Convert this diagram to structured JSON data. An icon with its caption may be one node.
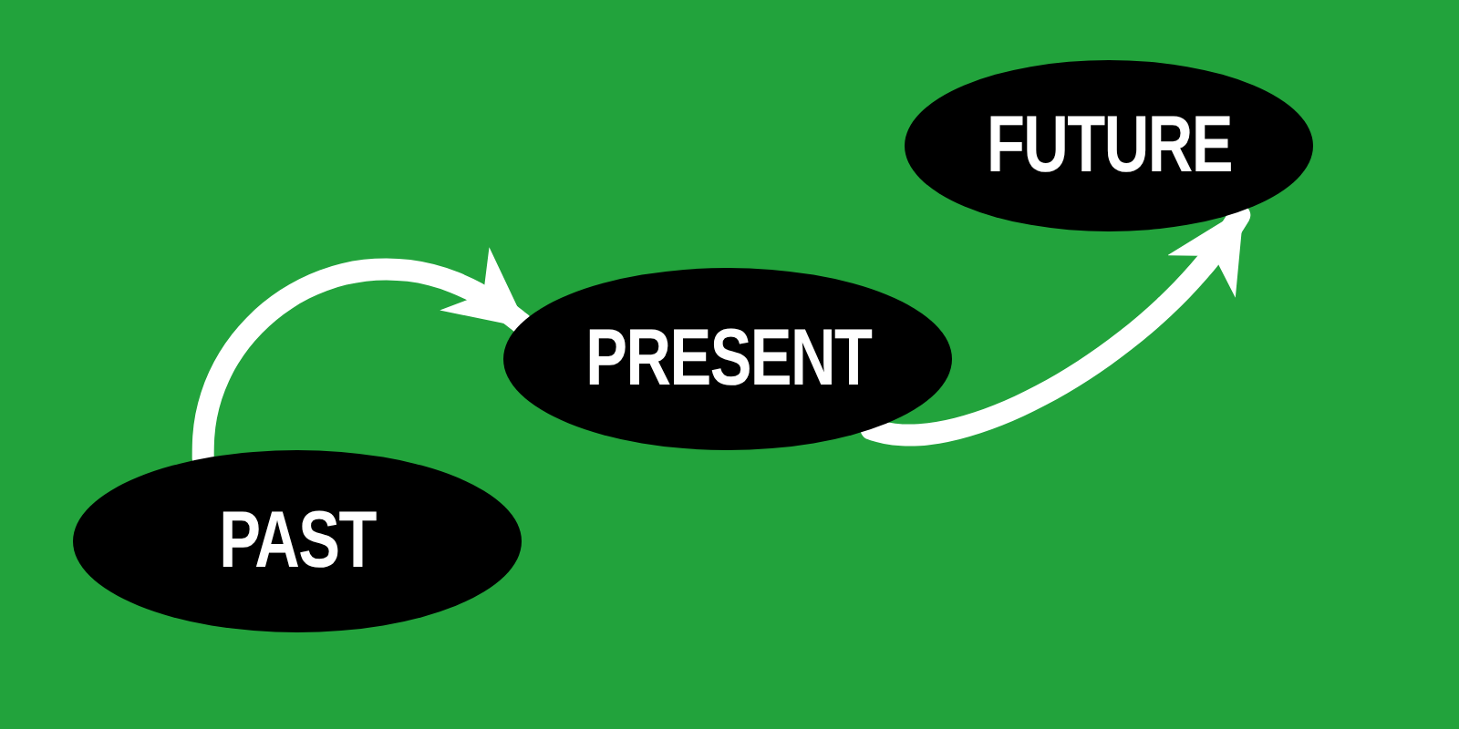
{
  "diagram": {
    "nodes": [
      {
        "text": [
          "PAST"
        ]
      },
      {
        "text": [
          "PRESENT"
        ]
      },
      {
        "text": [
          "FUTURE"
        ]
      }
    ],
    "edges": [
      {
        "from": 0,
        "to": 1,
        "arrow": "to"
      },
      {
        "from": 1,
        "to": 2,
        "arrow": "to"
      }
    ]
  }
}
